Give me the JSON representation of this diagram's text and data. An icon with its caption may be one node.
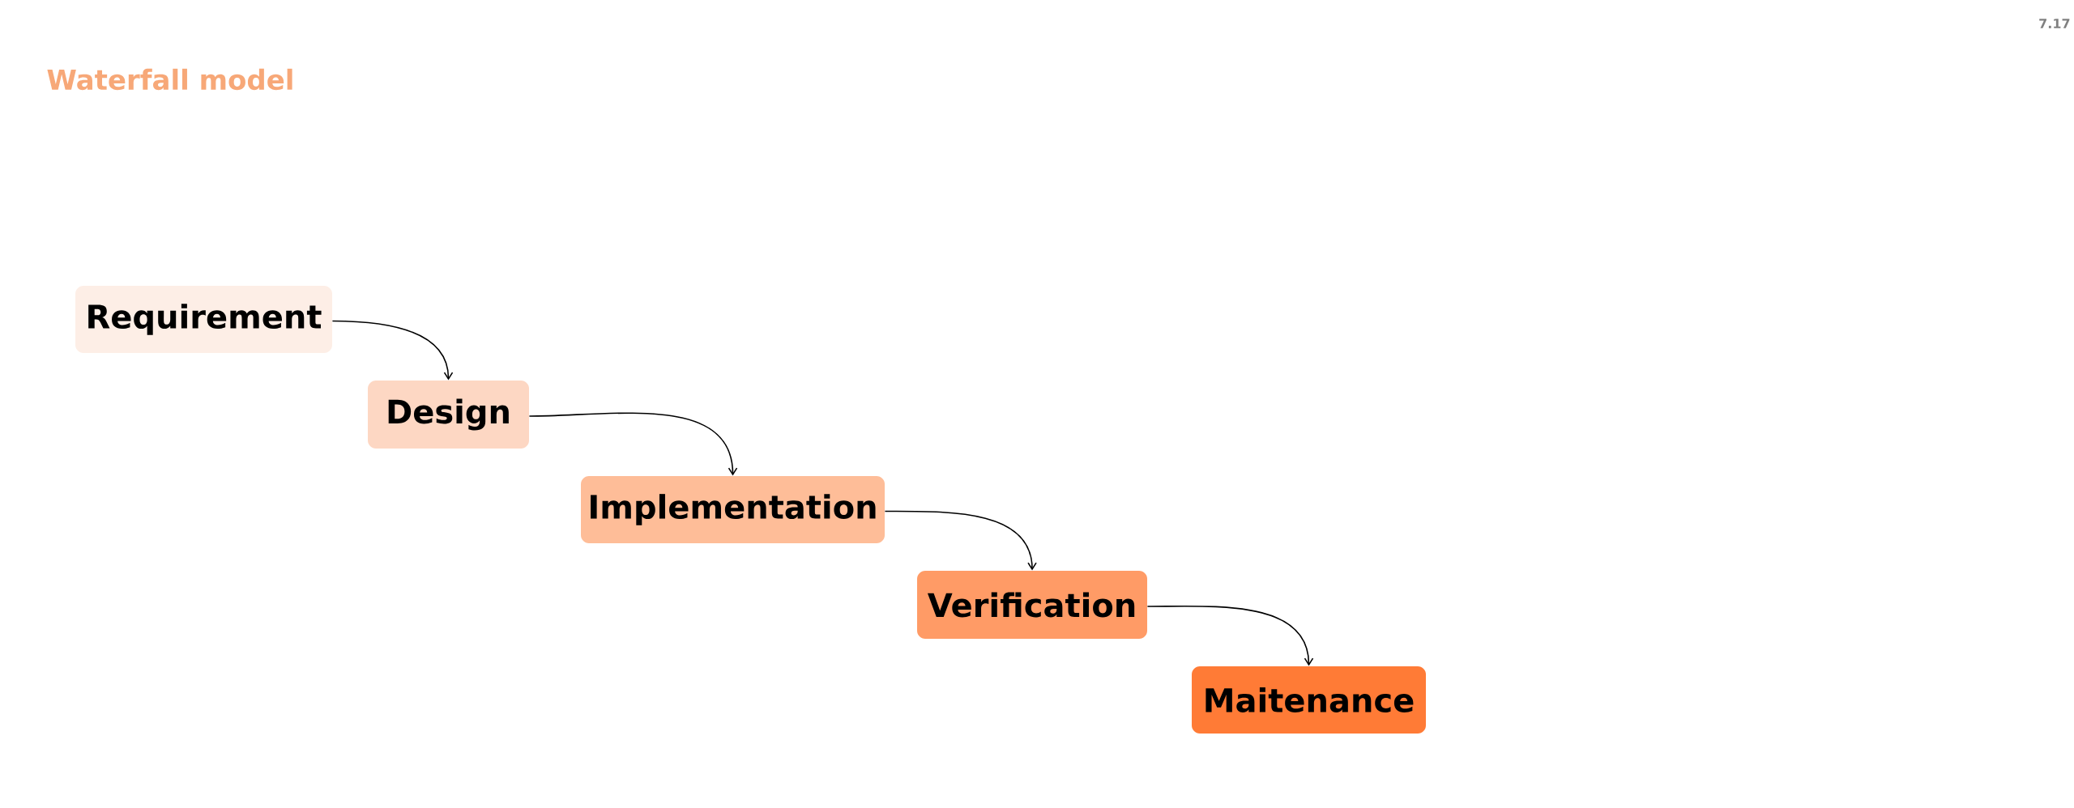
{
  "diagram": {
    "title": "Waterfall model",
    "nodes": [
      {
        "text": [
          "Requirement"
        ]
      },
      {
        "text": [
          "Design"
        ]
      },
      {
        "text": [
          "Implementation"
        ]
      },
      {
        "text": [
          "Verification"
        ]
      },
      {
        "text": [
          "Maitenance"
        ]
      }
    ],
    "edges": [
      {
        "from": 0,
        "to": 1,
        "arrow": "to"
      },
      {
        "from": 1,
        "to": 2,
        "arrow": "to"
      },
      {
        "from": 2,
        "to": 3,
        "arrow": "to"
      },
      {
        "from": 3,
        "to": 4,
        "arrow": "to"
      }
    ],
    "labels": [
      "7.17"
    ]
  }
}
